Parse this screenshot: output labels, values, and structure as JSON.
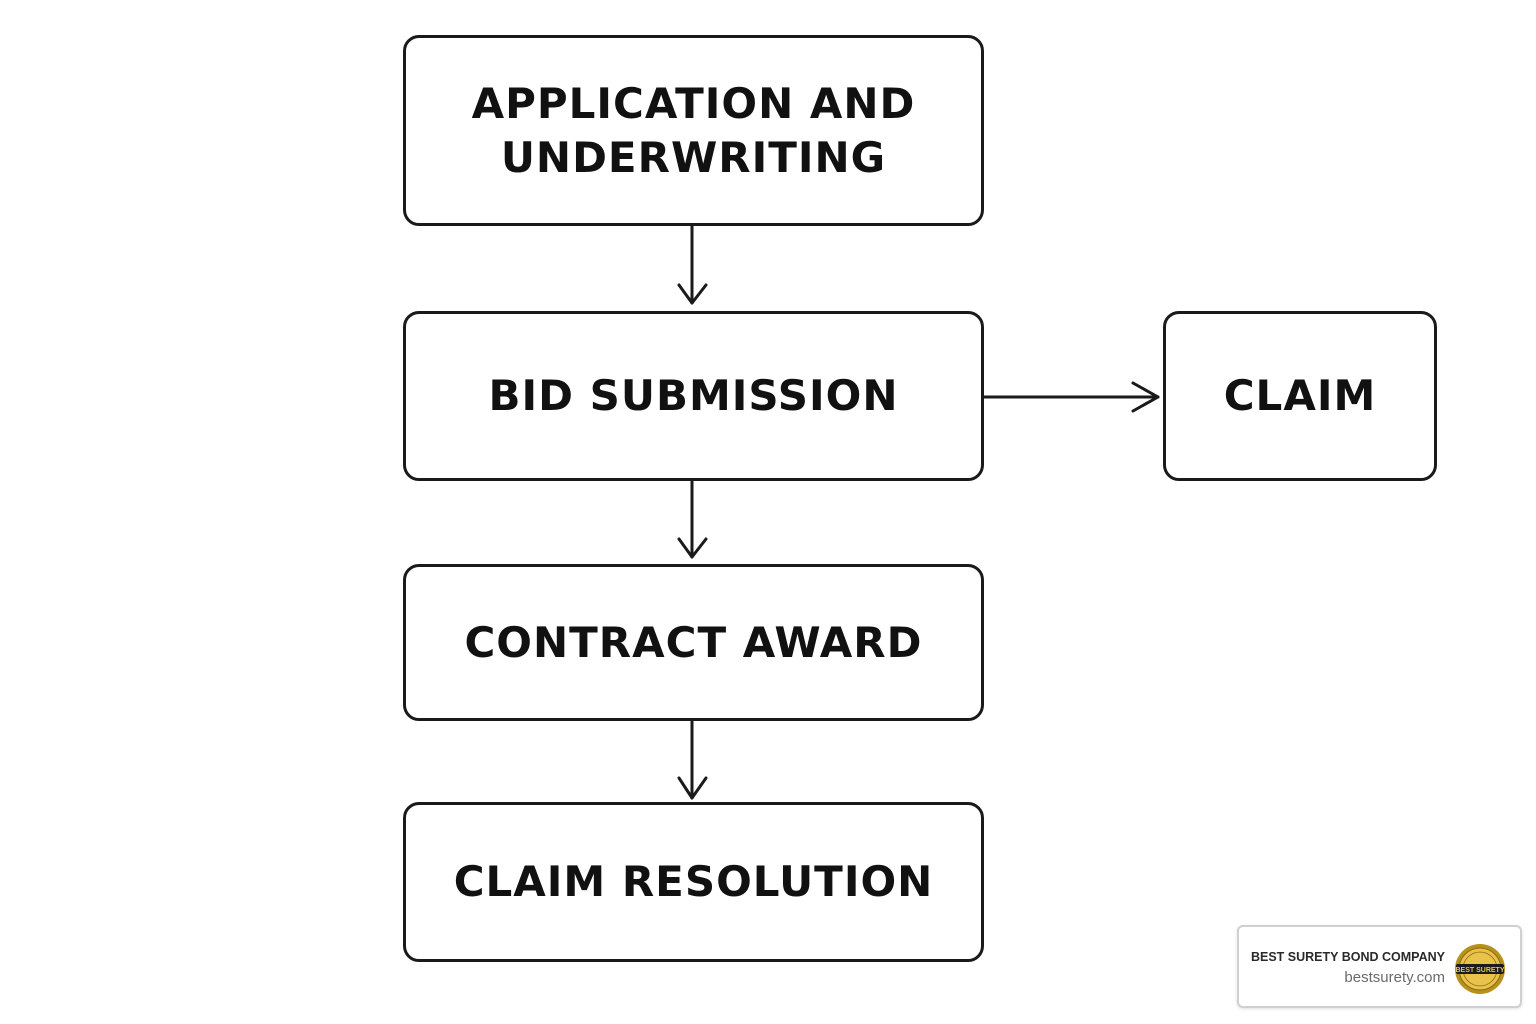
{
  "diagram": {
    "nodes": [
      {
        "id": "application",
        "lines": [
          "APPLICATION AND",
          "UNDERWRITING"
        ]
      },
      {
        "id": "bid",
        "label": "BID SUBMISSION"
      },
      {
        "id": "claim",
        "label": "CLAIM"
      },
      {
        "id": "contract",
        "label": "CONTRACT AWARD"
      },
      {
        "id": "resolution",
        "label": "CLAIM RESOLUTION"
      }
    ],
    "edges": [
      {
        "from": "application",
        "to": "bid"
      },
      {
        "from": "bid",
        "to": "claim"
      },
      {
        "from": "bid",
        "to": "contract"
      },
      {
        "from": "contract",
        "to": "resolution"
      }
    ]
  },
  "badge": {
    "company": "BEST SURETY BOND COMPANY",
    "url": "bestsurety.com",
    "seal_text": "BEST SURETY",
    "seal_color": "#c9a227"
  },
  "colors": {
    "stroke": "#1a1a1a",
    "text": "#111111",
    "background": "#ffffff"
  }
}
